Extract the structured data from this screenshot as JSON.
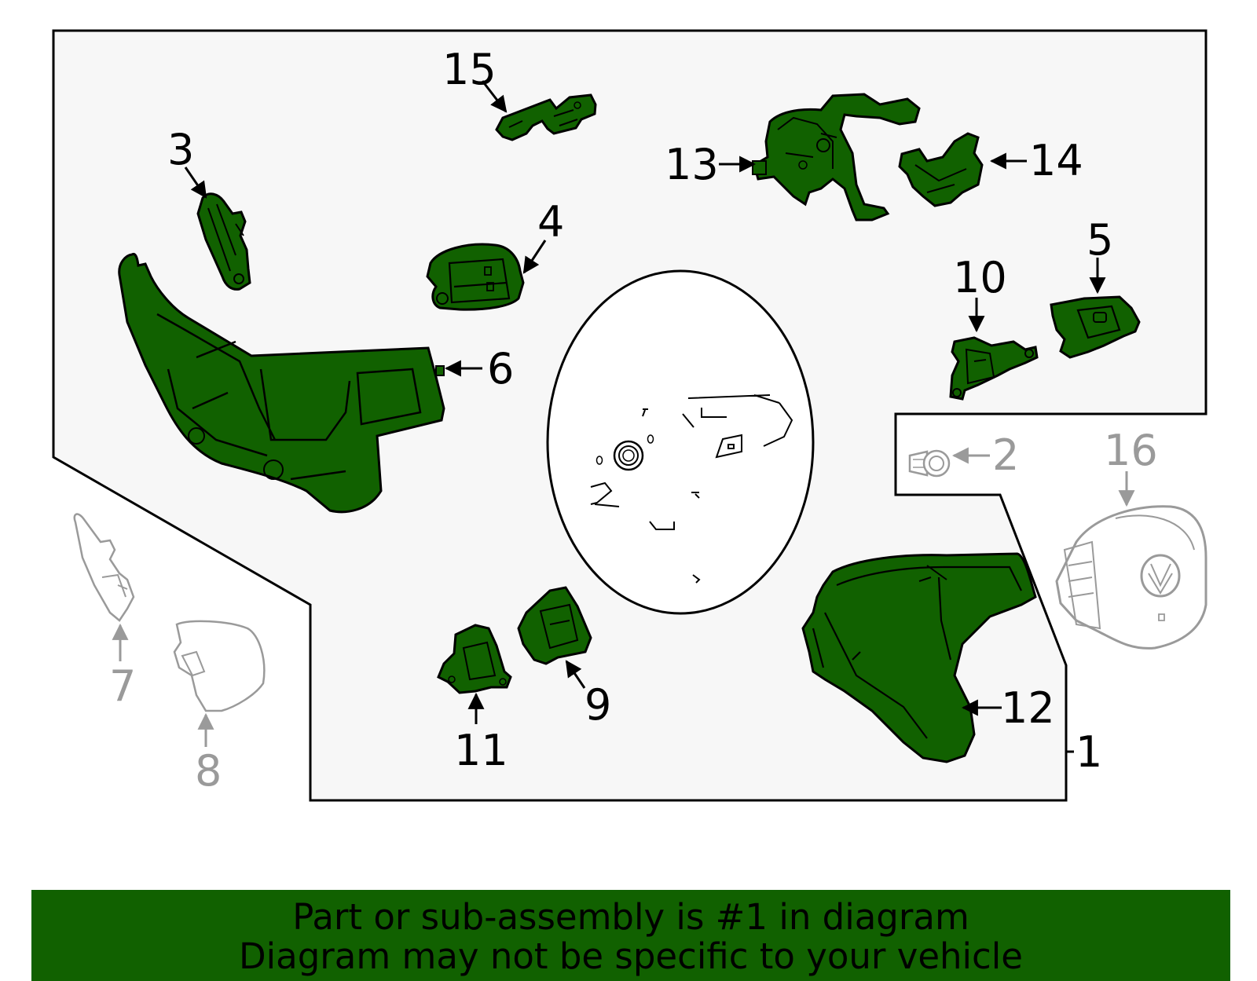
{
  "colors": {
    "part_fill": "#116100",
    "panel_fill": "#f7f7f7",
    "outline": "#000000",
    "ghost": "#9a9a9a",
    "banner": "#116100"
  },
  "callouts": {
    "c1": "1",
    "c2": "2",
    "c3": "3",
    "c4": "4",
    "c5": "5",
    "c6": "6",
    "c7": "7",
    "c8": "8",
    "c9": "9",
    "c10": "10",
    "c11": "11",
    "c12": "12",
    "c13": "13",
    "c14": "14",
    "c15": "15",
    "c16": "16"
  },
  "footer": {
    "line1": "Part or sub-assembly is #1 in diagram",
    "line2": "Diagram may not be specific to your vehicle"
  }
}
